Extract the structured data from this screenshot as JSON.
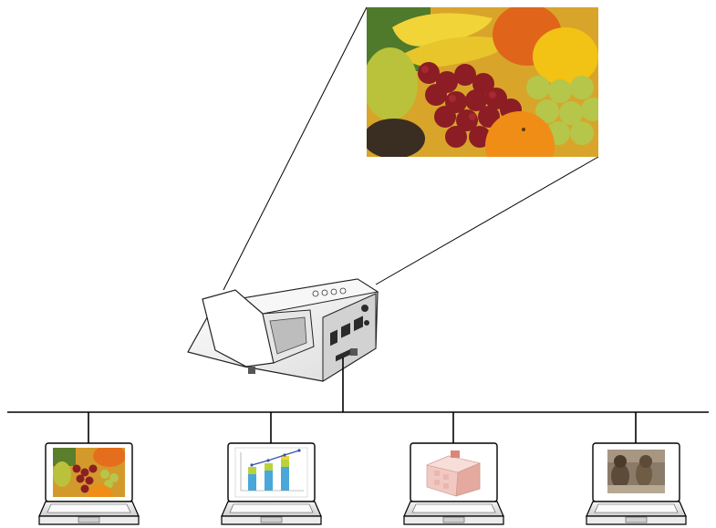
{
  "diagram": {
    "projected_image": {
      "subject": "fruit"
    },
    "projector": {
      "type": "short-throw-projector"
    },
    "network": {
      "topology": "bus"
    },
    "laptops": [
      {
        "screen_content": "fruit-photo"
      },
      {
        "screen_content": "bar-line-chart"
      },
      {
        "screen_content": "3d-drawing"
      },
      {
        "screen_content": "animal-photo"
      }
    ]
  }
}
